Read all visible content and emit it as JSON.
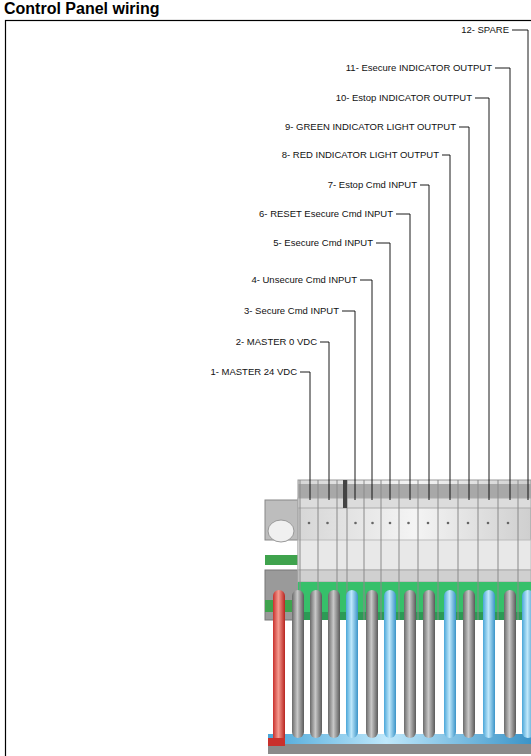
{
  "diagram": {
    "title": "Control Panel wiring",
    "labels": [
      "1- MASTER 24 VDC",
      "2- MASTER 0 VDC",
      "3- Secure Cmd INPUT",
      "4- Unsecure Cmd INPUT",
      "5- Esecure Cmd INPUT",
      "6- RESET Esecure Cmd INPUT",
      "7- Estop Cmd INPUT",
      "8- RED INDICATOR LIGHT OUTPUT",
      "9- GREEN INDICATOR LIGHT OUTPUT",
      "10- Estop INDICATOR OUTPUT",
      "11- Esecure INDICATOR OUTPUT",
      "12- SPARE"
    ]
  }
}
